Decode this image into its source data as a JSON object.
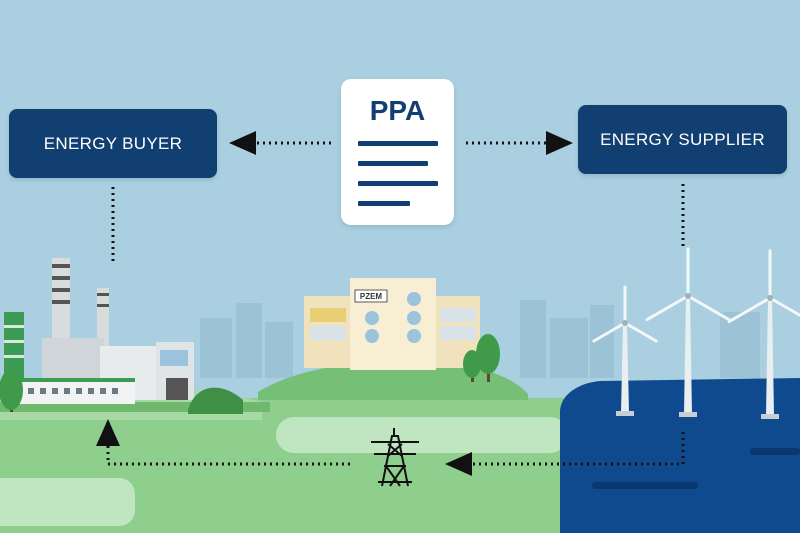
{
  "document": {
    "title": "PPA"
  },
  "nodes": {
    "buyer": "ENERGY BUYER",
    "supplier": "ENERGY SUPPLIER"
  },
  "building": {
    "sign": "PZEM"
  },
  "colors": {
    "sky": "#a9cfe0",
    "box": "#123f72",
    "sea": "#0f4a8f",
    "grass": "#8fcf8e",
    "arrow": "#111111"
  },
  "icons": [
    "factory",
    "office-building",
    "wind-turbine",
    "pylon",
    "tree",
    "arrow"
  ]
}
